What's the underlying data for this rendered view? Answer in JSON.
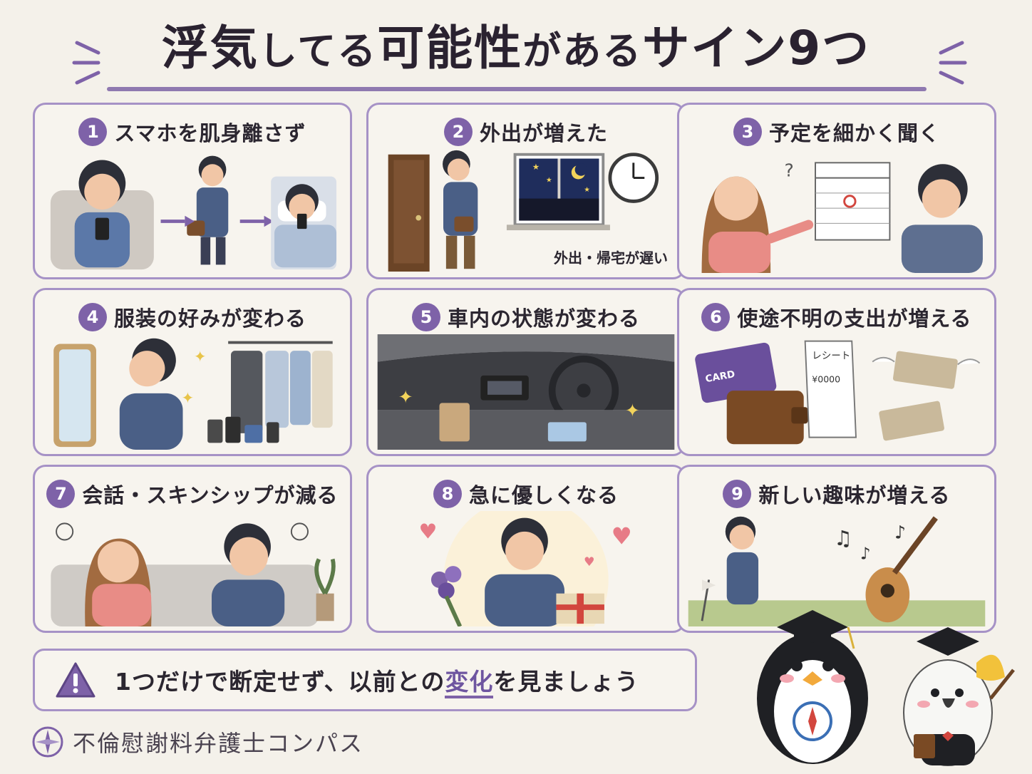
{
  "title": {
    "p1": "浮気",
    "p2": "してる",
    "p3": "可能性",
    "p4": "がある",
    "p5": "サイン",
    "p6": "9つ"
  },
  "cards": [
    {
      "number": "1",
      "title": "スマホを肌身離さず",
      "caption": ""
    },
    {
      "number": "2",
      "title": "外出が増えた",
      "caption": "外出・帰宅が遅い"
    },
    {
      "number": "3",
      "title": "予定を細かく聞く",
      "caption": ""
    },
    {
      "number": "4",
      "title": "服装の好みが変わる",
      "caption": ""
    },
    {
      "number": "5",
      "title": "車内の状態が変わる",
      "caption": ""
    },
    {
      "number": "6",
      "title": "使途不明の支出が増える",
      "caption": "",
      "card_label": "CARD",
      "receipt_title": "レシート",
      "receipt_amount": "¥0000"
    },
    {
      "number": "7",
      "title": "会話・スキンシップが減る",
      "caption": ""
    },
    {
      "number": "8",
      "title": "急に優しくなる",
      "caption": ""
    },
    {
      "number": "9",
      "title": "新しい趣味が増える",
      "caption": ""
    }
  ],
  "warning": {
    "before": "1つだけで断定せず、以前との",
    "highlight": "変化",
    "after": "を見ましょう"
  },
  "brand": {
    "name": "不倫慰謝料弁護士コンパス"
  },
  "colors": {
    "accent": "#7e62a8",
    "border": "#a692c6",
    "background": "#f4f1ea",
    "text": "#2b2630"
  }
}
